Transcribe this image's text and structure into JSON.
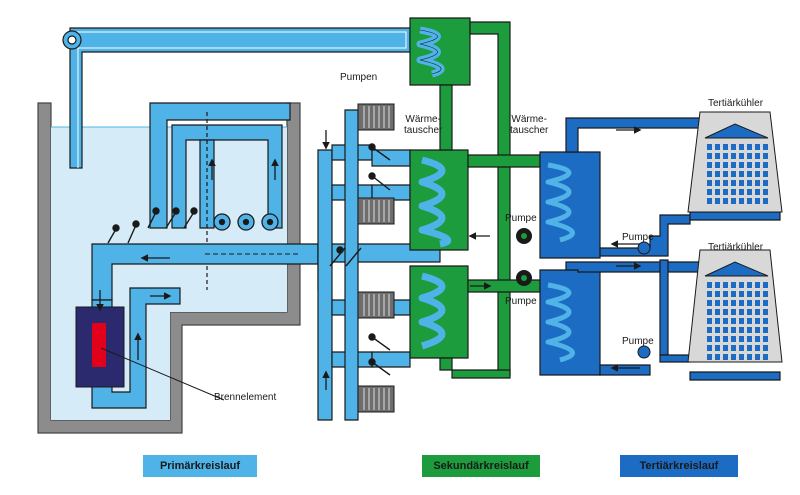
{
  "colors": {
    "primary": "#4fb3e8",
    "primary_dark": "#2b8fd0",
    "secondary": "#1c9c3c",
    "tertiary": "#1d6cc4",
    "pool_water": "#d6ebf8",
    "pool_wall": "#8c8c8c",
    "core": "#2b2a6e",
    "fuel": "#e3001b",
    "legend_primary": "#4fb3e8",
    "legend_secondary": "#1c9c3c",
    "legend_tertiary": "#1d6cc4"
  },
  "labels": {
    "pumpen": "Pumpen",
    "waermetauscher_1": "Wärme-\ntauscher",
    "waermetauscher_2": "Wärme-\ntauscher",
    "pumpe_1": "Pumpe",
    "pumpe_2": "Pumpe",
    "pumpe_3": "Pumpe",
    "pumpe_4": "Pumpe",
    "tertiaerkuehler_1": "Tertiärkühler",
    "tertiaerkuehler_2": "Tertiärkühler",
    "brennelement": "Brennelement"
  },
  "legend": {
    "primary": "Primärkreislauf",
    "secondary": "Sekundärkreislauf",
    "tertiary": "Tertiärkreislauf"
  },
  "icons": [
    "flow-arrow-icon",
    "pump-icon",
    "valve-icon",
    "motor-icon",
    "cooling-tower-icon",
    "fuel-element-icon"
  ]
}
